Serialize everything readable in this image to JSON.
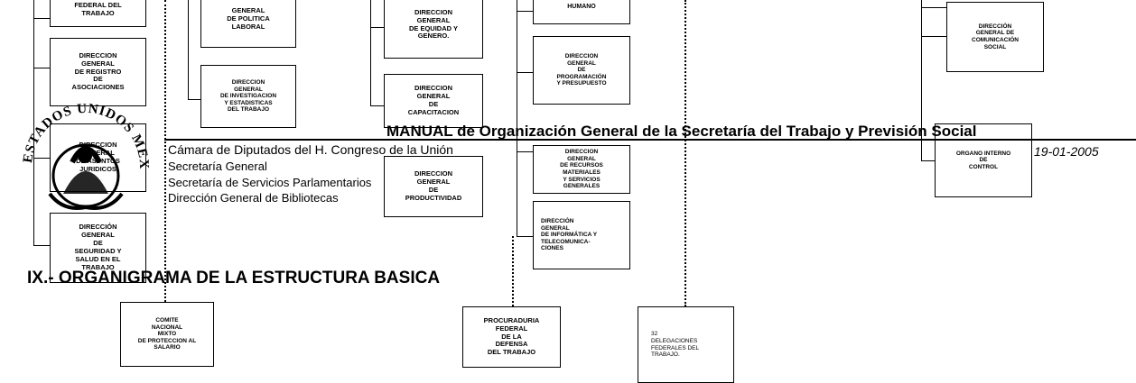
{
  "header": {
    "title": "MANUAL de Organización General de la Secretaría del Trabajo y Previsión Social",
    "institution": "Cámara de Diputados del H. Congreso de la Unión",
    "line2": "Secretaría General",
    "line3": "Secretaría de Servicios Parlamentarios",
    "line4": "Dirección General de Bibliotecas",
    "date": "19-01-2005"
  },
  "seal": {
    "text": "ESTADOS UNIDOS MEXICANOS"
  },
  "section_title": "IX.- ORGANIGRAMA DE LA ESTRUCTURA BASICA",
  "boxes": {
    "b1": "FEDERAL DEL\nTRABAJO",
    "b2": "DIRECCION\nGENERAL\nDE REGISTRO\nDE\nASOCIACIONES",
    "b3": "DIRECCION\nGENERAL\nDE ASUNTOS\nJURIDICOS",
    "b4": "DIRECCIÓN\nGENERAL\nDE\nSEGURIDAD Y\nSALUD EN EL\nTRABAJO",
    "b5": "GENERAL\nDE POLITICA\nLABORAL",
    "b6": "DIRECCION\nGENERAL\nDE INVESTIGACION\nY ESTADISTICAS\nDEL TRABAJO",
    "b7": "DIRECCION\nGENERAL\nDE EQUIDAD Y\nGENERO.",
    "b8": "DIRECCION\nGENERAL\nDE\nCAPACITACION",
    "b9": "DIRECCION\nGENERAL\nDE\nPRODUCTIVIDAD",
    "b10": "HUMANO",
    "b11": "DIRECCION\nGENERAL\nDE\nPROGRAMACIÓN\nY PRESUPUESTO",
    "b12": "DIRECCION\nGENERAL\nDE RECURSOS\nMATERIALES\nY SERVICIOS\nGENERALES",
    "b13": "DIRECCIÓN\nGENERAL\nDE INFORMÁTICA Y\nTELECOMUNICA-\nCIONES",
    "b14": "DIRECCIÓN\nGENERAL DE\nCOMUNICACIÓN\nSOCIAL",
    "b15": "ORGANO INTERNO\nDE\nCONTROL",
    "b16": "COMITE\nNACIONAL\nMIXTO\nDE PROTECCION AL\nSALARIO",
    "b17": "PROCURADURIA\nFEDERAL\nDE LA\nDEFENSA\nDEL TRABAJO",
    "b18": "32\nDELEGACIONES\nFEDERALES DEL\nTRABAJO."
  }
}
